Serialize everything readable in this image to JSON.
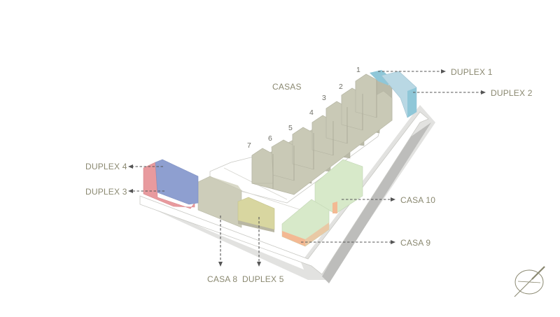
{
  "labels": {
    "casas": "CASAS",
    "duplex1": "DUPLEX 1",
    "duplex2": "DUPLEX 2",
    "duplex3": "DUPLEX 3",
    "duplex4": "DUPLEX 4",
    "duplex5": "DUPLEX 5",
    "casa8": "CASA 8",
    "casa9": "CASA 9",
    "casa10": "CASA 10"
  },
  "house_numbers": [
    "1",
    "2",
    "3",
    "4",
    "5",
    "6",
    "7"
  ],
  "colors": {
    "duplex1": "#8fc7d8",
    "duplex2": "#b9d8e4",
    "duplex3": "#e89a9e",
    "duplex4": "#8e9fd0",
    "duplex5": "#d8d6a0",
    "casa8": "#cdcdba",
    "casa9": "#f3b993",
    "casa10": "#d7e9c9",
    "houses": "#c9c9b6",
    "label_text": "#8a8870"
  },
  "icons": {
    "north_arrow": "compass-north-arrow-icon"
  }
}
